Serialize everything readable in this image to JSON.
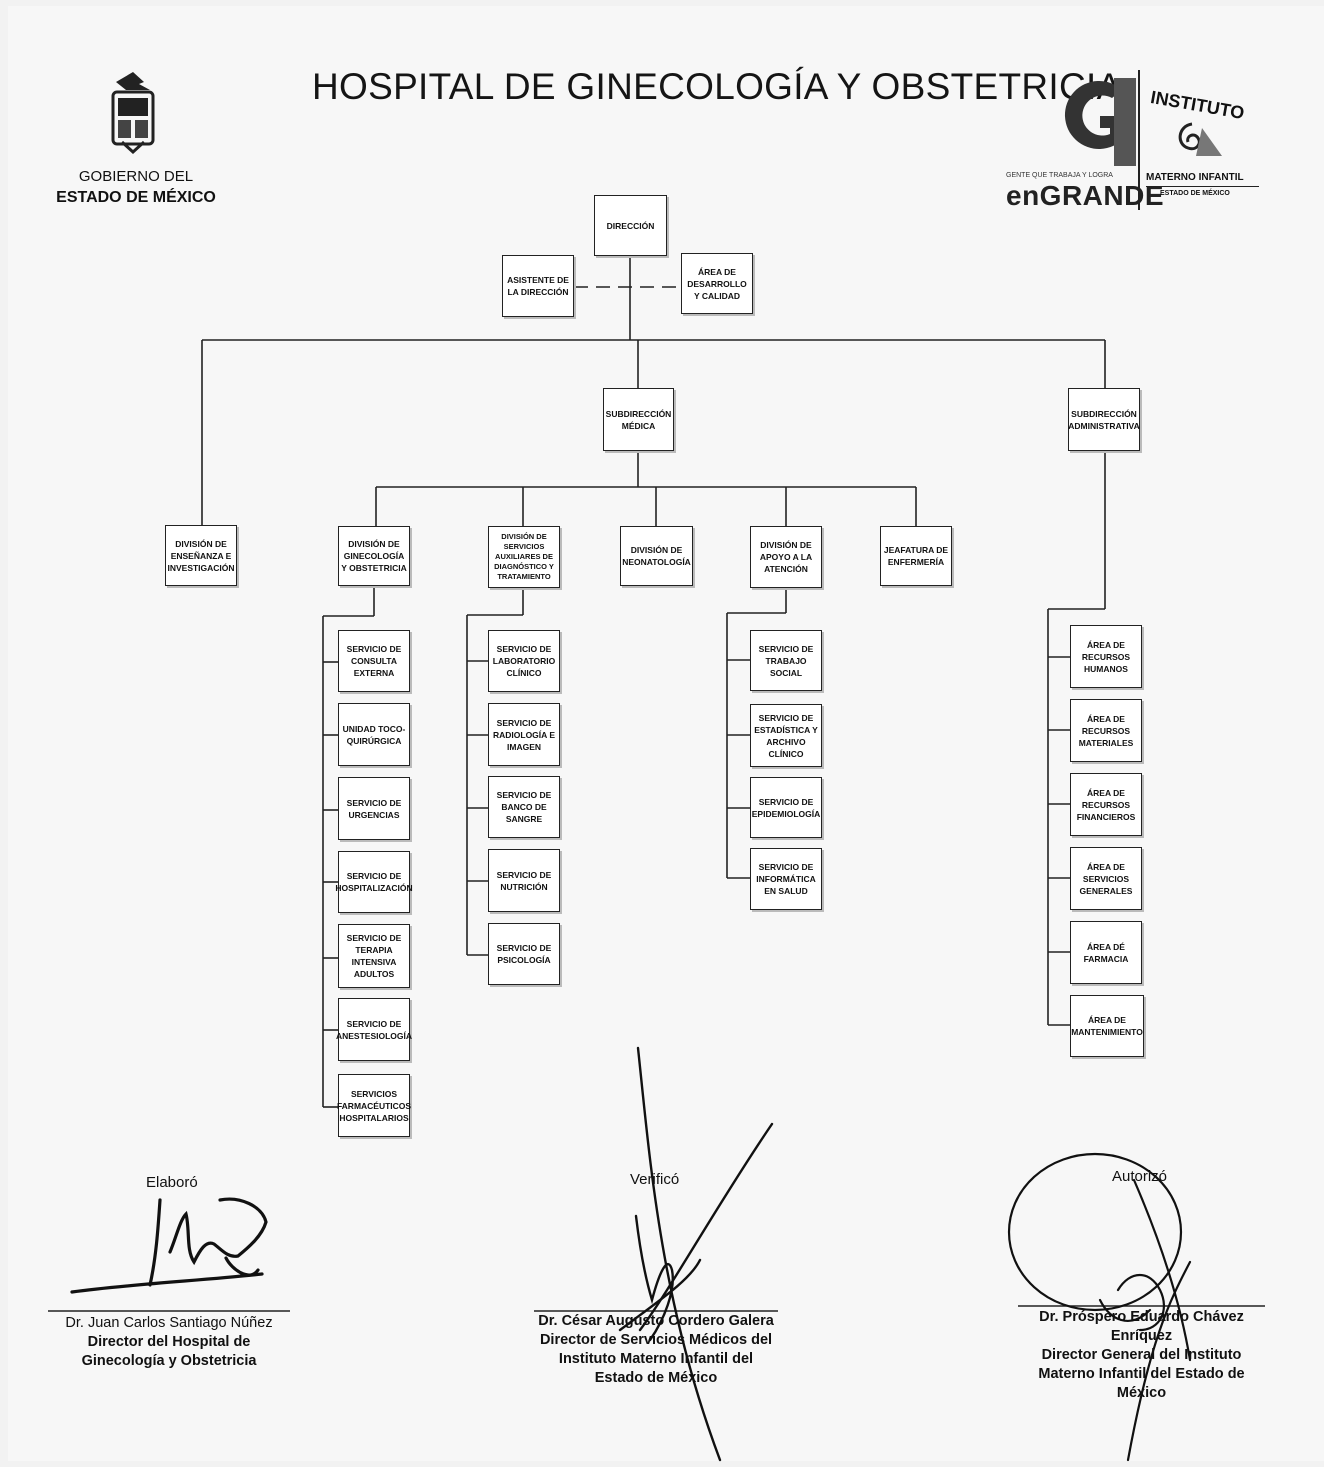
{
  "header": {
    "title": "HOSPITAL DE GINECOLOGÍA Y OBSTETRICIA",
    "left_logo": {
      "line1": "GOBIERNO DEL",
      "line2": "ESTADO DE MÉXICO"
    },
    "right_logo": {
      "slogan": "GENTE QUE TRABAJA Y LOGRA",
      "engrande": "enGRANDE",
      "instituto": "INSTITUTO",
      "materno": "MATERNO INFANTIL",
      "estado": "ESTADO DE MÉXICO"
    }
  },
  "org": {
    "direccion": "DIRECCIÓN",
    "asistente": "ASISTENTE DE LA DIRECCIÓN",
    "area_desarrollo": "ÁREA DE DESARROLLO Y CALIDAD",
    "sub_medica": "SUBDIRECCIÓN MÉDICA",
    "sub_admin": "SUBDIRECCIÓN ADMINISTRATIVA",
    "div_ensenanza": "DIVISIÓN DE ENSEÑANZA E INVESTIGACIÓN",
    "div_gineco": "DIVISIÓN DE GINECOLOGÍA Y OBSTETRICIA",
    "div_auxiliares": "DIVISIÓN DE SERVICIOS AUXILIARES DE DIAGNÓSTICO Y TRATAMIENTO",
    "div_neonato": "DIVISIÓN DE NEONATOLOGÍA",
    "div_apoyo": "DIVISIÓN DE APOYO A LA ATENCIÓN",
    "jefatura": "JEAFATURA DE ENFERMERÍA",
    "gineco_services": [
      "SERVICIO DE CONSULTA EXTERNA",
      "UNIDAD TOCO-QUIRÚRGICA",
      "SERVICIO DE URGENCIAS",
      "SERVICIO DE HOSPITALIZACIÓN",
      "SERVICIO DE TERAPIA INTENSIVA ADULTOS",
      "SERVICIO DE ANESTESIOLOGÍA",
      "SERVICIOS FARMACÉUTICOS HOSPITALARIOS"
    ],
    "aux_services": [
      "SERVICIO DE LABORATORIO CLÍNICO",
      "SERVICIO DE RADIOLOGÍA E IMAGEN",
      "SERVICIO DE BANCO DE SANGRE",
      "SERVICIO DE NUTRICIÓN",
      "SERVICIO DE PSICOLOGÍA"
    ],
    "apoyo_services": [
      "SERVICIO DE TRABAJO SOCIAL",
      "SERVICIO DE ESTADÍSTICA Y ARCHIVO CLÍNICO",
      "SERVICIO DE EPIDEMIOLOGÍA",
      "SERVICIO DE INFORMÁTICA EN SALUD"
    ],
    "admin_areas": [
      "ÁREA DE RECURSOS HUMANOS",
      "ÁREA DE RECURSOS MATERIALES",
      "ÁREA DE RECURSOS FINANCIEROS",
      "ÁREA DE SERVICIOS GENERALES",
      "ÁREA DÉ FARMACIA",
      "ÁREA DE MANTENIMIENTO"
    ]
  },
  "signatures": {
    "elaboro": {
      "label": "Elaboró",
      "name": "Dr. Juan Carlos Santiago Núñez",
      "role1": "Director del Hospital de",
      "role2": "Ginecología y Obstetricia"
    },
    "verifico": {
      "label": "Verificó",
      "name": "Dr. César Augusto Cordero Galera",
      "role1": "Director de Servicios Médicos del",
      "role2": "Instituto Materno Infantil del",
      "role3": "Estado de México"
    },
    "autorizo": {
      "label": "Autorizó",
      "name1": "Dr. Próspero Eduardo Chávez",
      "name2": "Enríquez",
      "role1": "Director General del Instituto",
      "role2": "Materno Infantil del Estado de",
      "role3": "México"
    }
  }
}
